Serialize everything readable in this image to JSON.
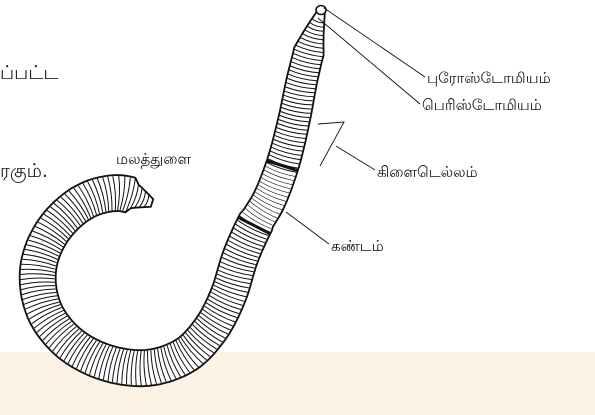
{
  "side_text": {
    "line1": "ப்பட்ட",
    "line2": "ரகும்."
  },
  "labels": {
    "prostomium": "புரோஸ்டோமியம்",
    "peristomium": "பெரிஸ்டோமியம்",
    "clitellum": "கிளைடெல்லம்",
    "segment": "கண்டம்",
    "anus": "மலத்துளை"
  },
  "colors": {
    "band": "#fdf3e4",
    "stroke": "#111111"
  }
}
